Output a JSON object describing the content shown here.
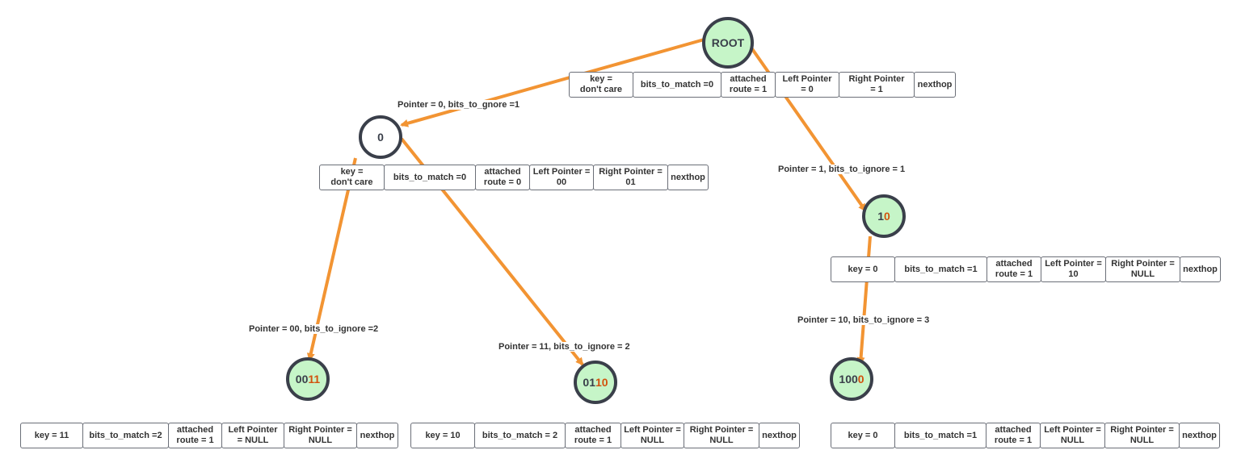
{
  "colors": {
    "edge": "#f29433",
    "node_fill": "#c6f5c8",
    "node_border": "#3a3f4a",
    "highlight": "#d2520d"
  },
  "nodes": {
    "root": {
      "prefix": "ROOT",
      "suffix": ""
    },
    "n0": {
      "prefix": "0",
      "suffix": ""
    },
    "n10": {
      "prefix": "1",
      "suffix": "0"
    },
    "n0011": {
      "prefix": "00",
      "suffix": "11"
    },
    "n0110": {
      "prefix": "01",
      "suffix": "10"
    },
    "n1000": {
      "prefix": "100",
      "suffix": "0"
    }
  },
  "tables": {
    "root": [
      "key =\ndon't care",
      "bits_to_match =0",
      "attached\nroute = 1",
      "Left Pointer\n= 0",
      "Right Pointer\n= 1",
      "nexthop"
    ],
    "n0": [
      "key =\ndon't care",
      "bits_to_match =0",
      "attached\nroute = 0",
      "Left Pointer =\n00",
      "Right Pointer =\n01",
      "nexthop"
    ],
    "n10": [
      "key = 0",
      "bits_to_match =1",
      "attached\nroute = 1",
      "Left Pointer =\n10",
      "Right Pointer =\nNULL",
      "nexthop"
    ],
    "n0011": [
      "key = 11",
      "bits_to_match =2",
      "attached\nroute = 1",
      "Left Pointer\n= NULL",
      "Right Pointer =\nNULL",
      "nexthop"
    ],
    "n0110": [
      "key = 10",
      "bits_to_match = 2",
      "attached\nroute = 1",
      "Left Pointer =\nNULL",
      "Right Pointer =\nNULL",
      "nexthop"
    ],
    "n1000": [
      "key = 0",
      "bits_to_match =1",
      "attached\nroute = 1",
      "Left Pointer =\nNULL",
      "Right Pointer =\nNULL",
      "nexthop"
    ]
  },
  "edge_labels": {
    "root_to_0": "Pointer = 0, bits_to_gnore =1",
    "root_to_10": "Pointer = 1, bits_to_ignore = 1",
    "n0_to_0011": "Pointer = 00, bits_to_ignore =2",
    "n0_to_0110": "Pointer = 11, bits_to_ignore = 2",
    "n10_to_1000": "Pointer = 10, bits_to_ignore = 3"
  }
}
